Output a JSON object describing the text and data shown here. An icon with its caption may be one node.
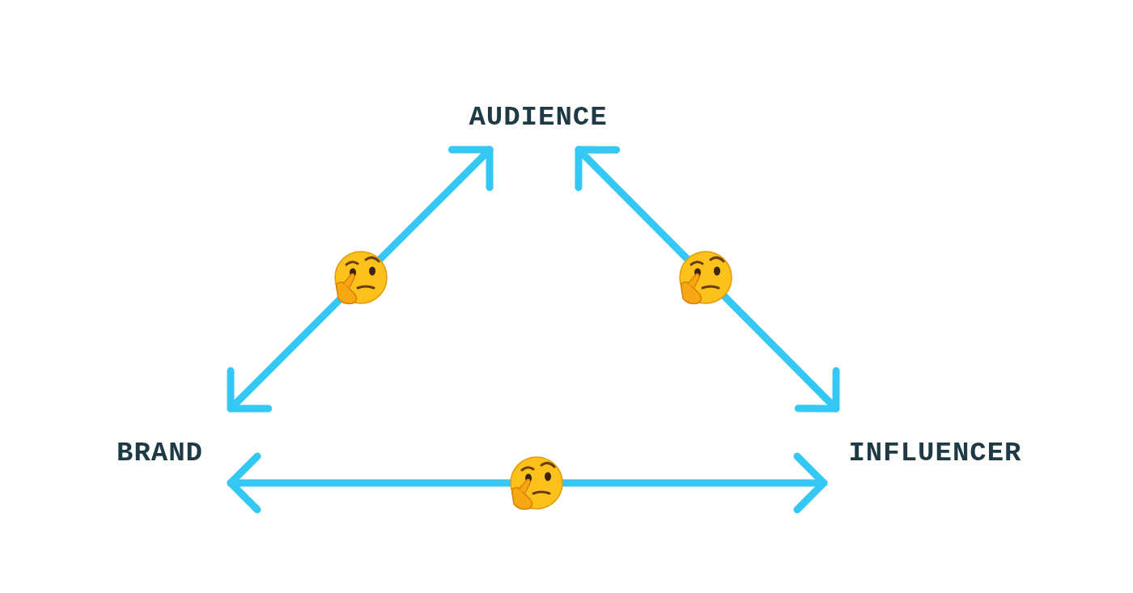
{
  "diagram": {
    "nodes": [
      {
        "text": [
          "AUDIENCE"
        ]
      },
      {
        "text": [
          "BRAND"
        ]
      },
      {
        "text": [
          "INFLUENCER"
        ]
      }
    ],
    "edges": [
      {
        "from": 1,
        "to": 0,
        "arrow": "both"
      },
      {
        "from": 0,
        "to": 2,
        "arrow": "both"
      },
      {
        "from": 1,
        "to": 2,
        "arrow": "both"
      }
    ]
  }
}
